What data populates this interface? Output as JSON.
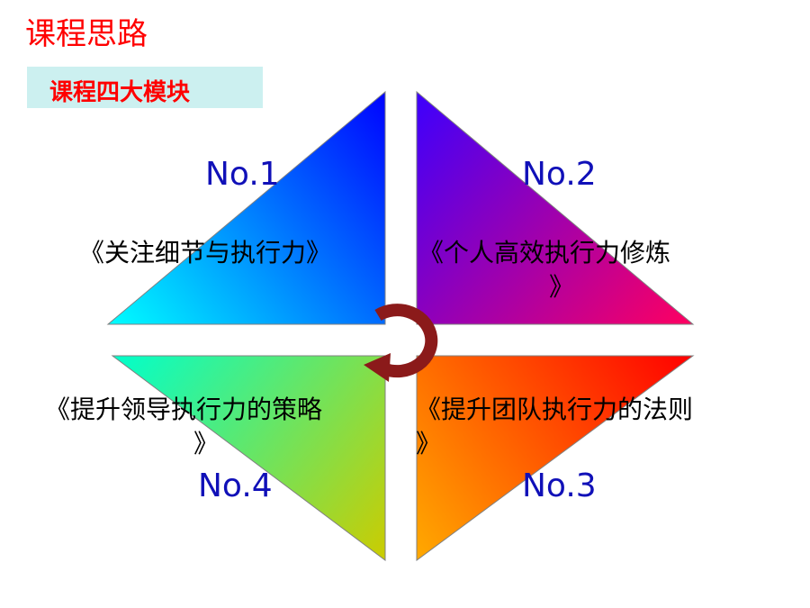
{
  "slide": {
    "title": "课程思路",
    "subtitle": "课程四大模块",
    "colors": {
      "title": "#ff0000",
      "subtitle_bg": "#ccf0f0",
      "number_text": "#1010b8",
      "arrow": "#8b1a1a"
    }
  },
  "modules": [
    {
      "number": "No.1",
      "label": "《关注细节与执行力》",
      "gradient": [
        "#00ffff",
        "#0000ff"
      ]
    },
    {
      "number": "No.2",
      "label": "《个人高效执行力修炼",
      "label_end": "》",
      "gradient": [
        "#3a00ff",
        "#ff0060"
      ]
    },
    {
      "number": "No.3",
      "label": "《提升团队执行力的法则",
      "label_end": "》",
      "gradient": [
        "#ff0000",
        "#ffaa00"
      ]
    },
    {
      "number": "No.4",
      "label": "《提升领导执行力的策略",
      "label_end": "》",
      "gradient": [
        "#00ffcc",
        "#cccc00"
      ]
    }
  ],
  "center_icon": "circular-arrow-icon"
}
